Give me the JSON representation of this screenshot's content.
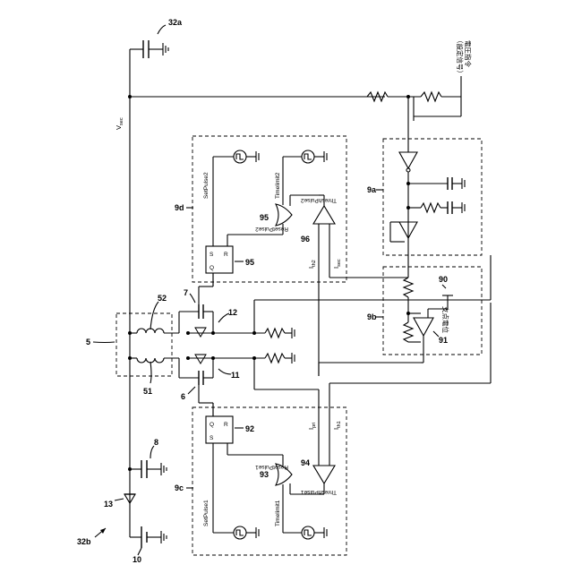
{
  "labels": {
    "ref_32a": "32a",
    "ref_32b": "32b",
    "ref_8": "8",
    "ref_13": "13",
    "ref_10": "10",
    "ref_5": "5",
    "ref_51": "51",
    "ref_52": "52",
    "ref_6": "6",
    "ref_7": "7",
    "ref_11": "11",
    "ref_12": "12",
    "ref_9a": "9a",
    "ref_9b": "9b",
    "ref_9c": "9c",
    "ref_9d": "9d",
    "ref_90": "90",
    "ref_91": "91",
    "ref_92": "92",
    "ref_93": "93",
    "ref_94": "94",
    "ref_95a": "95",
    "ref_95b": "95",
    "ref_96": "96"
  },
  "signals": {
    "vsec": "V",
    "vsec_sub": "sec",
    "setpulse1": "SetPulse1",
    "setpulse2": "SetPulse2",
    "resetpulse1": "ResetPulse1",
    "resetpulse2": "ResetPulse2",
    "timelimit1": "Timelimit1",
    "timelimit2": "Timelimit2",
    "threshpulse1": "ThreshPulse1",
    "threshpulse2": "ThreshPulse2",
    "ipri": "I",
    "ipri_sub": "pri",
    "ith1": "I",
    "ith1_sub": "th1",
    "ith2": "I",
    "ith2_sub": "th2",
    "isec": "I",
    "isec_sub": "sec",
    "ff_s": "S",
    "ff_r": "R",
    "ff_q": "Q",
    "voltage_cmd_line1": "電圧指令",
    "voltage_cmd_line2": "（設定信号）",
    "support_potential": "支点電位"
  }
}
